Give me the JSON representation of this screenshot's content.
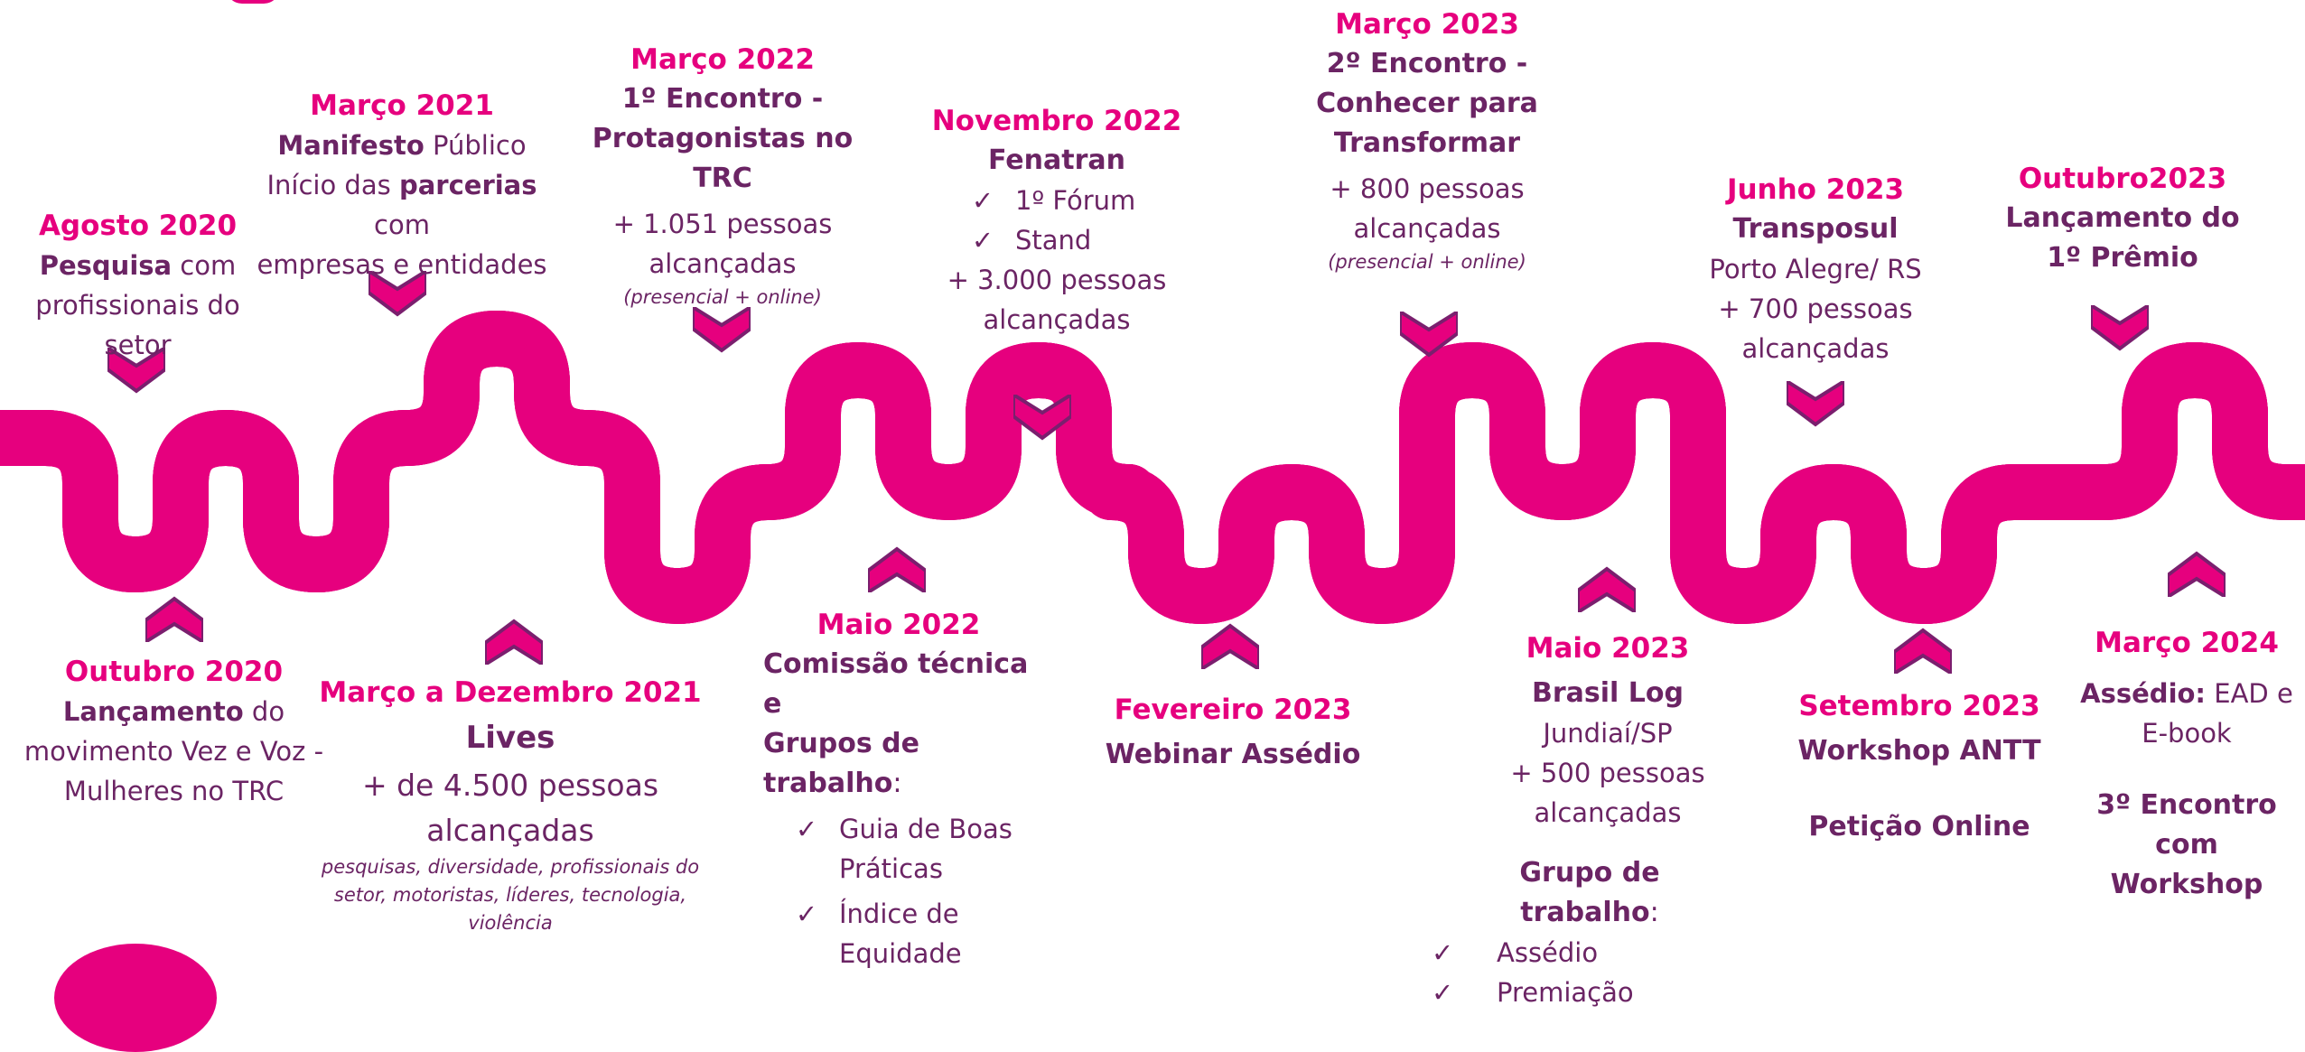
{
  "colors": {
    "pink": "#e6007e",
    "purple": "#6b2464",
    "chevron_dark": "#7a1f6e",
    "road_fill": "#f2f2f2"
  },
  "icons": {
    "check": "✓",
    "down_marker": "chevron-down-icon",
    "up_marker": "chevron-up-icon"
  },
  "events": {
    "ago2020": {
      "date": "Agosto 2020",
      "bold": "Pesquisa",
      "rest": " com",
      "line2": "profissionais do setor"
    },
    "mar2021": {
      "date": "Março 2021",
      "bold1": "Manifesto",
      "rest1": " Público",
      "pre2": "Início das ",
      "bold2": "parcerias",
      "rest2": " com",
      "line3": "empresas e entidades"
    },
    "mar2022": {
      "date": "Março 2022",
      "title1": "1º Encontro -",
      "title2": "Protagonistas no TRC",
      "line1": "+ 1.051 pessoas",
      "line2": "alcançadas",
      "note": "(presencial + online)"
    },
    "nov2022": {
      "date": "Novembro 2022",
      "title": "Fenatran",
      "items": [
        "1º Fórum",
        "Stand"
      ],
      "line1": "+  3.000 pessoas",
      "line2": "alcançadas"
    },
    "mar2023": {
      "date": "Março 2023",
      "title1": "2º Encontro -",
      "title2": "Conhecer para",
      "title3": "Transformar",
      "line1": "+ 800 pessoas",
      "line2": "alcançadas",
      "note": "(presencial + online)"
    },
    "jun2023": {
      "date": "Junho 2023",
      "title": "Transposul",
      "line1": "Porto Alegre/ RS",
      "line2": "+  700 pessoas",
      "line3": "alcançadas"
    },
    "out2023": {
      "date": "Outubro2023",
      "title1": "Lançamento do",
      "title2": "1º Prêmio"
    },
    "out2020": {
      "date": "Outubro 2020",
      "bold": "Lançamento",
      "rest": " do",
      "line2": "movimento Vez e Voz -",
      "line3": "Mulheres no TRC"
    },
    "mar_dez2021": {
      "date": "Março a Dezembro 2021",
      "title": "Lives",
      "line1": "+ de 4.500 pessoas",
      "line2": "alcançadas",
      "note1": "pesquisas, diversidade, profissionais do",
      "note2": "setor, motoristas, líderes, tecnologia,",
      "note3": "violência"
    },
    "mai2022": {
      "date": "Maio 2022",
      "title1": "Comissão técnica e",
      "title2": "Grupos de trabalho",
      "colon": ":",
      "items": [
        [
          "Guia de Boas",
          "Práticas"
        ],
        [
          "Índice de",
          "Equidade"
        ]
      ]
    },
    "fev2023": {
      "date": "Fevereiro 2023",
      "title": "Webinar Assédio"
    },
    "mai2023": {
      "date": "Maio 2023",
      "title": "Brasil Log",
      "line1": "Jundiaí/SP",
      "line2": "+ 500 pessoas alcançadas",
      "group_title": "Grupo de trabalho",
      "colon": ":",
      "items": [
        "Assédio",
        "Premiação"
      ]
    },
    "set2023": {
      "date": "Setembro 2023",
      "title1": "Workshop ANTT",
      "title2": "Petição Online"
    },
    "mar2024": {
      "date": "Março 2024",
      "bold": "Assédio:",
      "rest": " EAD e",
      "line2": "E-book",
      "title2a": "3º Encontro com",
      "title2b": "Workshop"
    }
  }
}
